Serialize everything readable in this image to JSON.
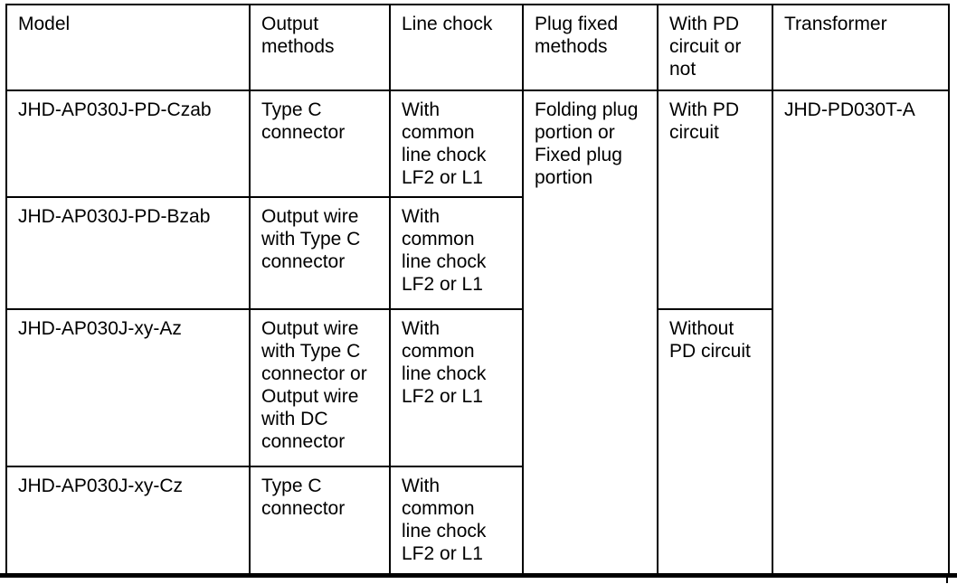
{
  "page": {
    "background_color": "#ffffff",
    "text_color": "#000000",
    "border_color": "#000000"
  },
  "table": {
    "headers": [
      "Model",
      "Output\nmethods",
      "Line chock",
      "Plug fixed\nmethods",
      "With PD\ncircuit or\nnot",
      "Transformer"
    ],
    "rows": [
      {
        "model": "JHD-AP030J-PD-Czab",
        "output_methods": "Type C\nconnector",
        "line_chock": "With\ncommon\nline chock\nLF2 or L1"
      },
      {
        "model": "JHD-AP030J-PD-Bzab",
        "output_methods": "Output wire\nwith Type C\nconnector",
        "line_chock": "With\ncommon\nline chock\nLF2 or L1"
      },
      {
        "model": "JHD-AP030J-xy-Az",
        "output_methods": "Output wire\nwith Type C\nconnector or\nOutput wire\nwith DC\nconnector",
        "line_chock": "With\ncommon\nline chock\nLF2 or L1"
      },
      {
        "model": "JHD-AP030J-xy-Cz",
        "output_methods": "Type C\nconnector",
        "line_chock": "With\ncommon\nline chock\nLF2 or L1"
      }
    ],
    "merged_cells": {
      "plug_fixed_methods": {
        "text": "Folding plug\nportion or\nFixed plug\nportion",
        "rowspan": 4
      },
      "with_pd_circuit": {
        "text": "With PD\ncircuit",
        "rowspan": 2
      },
      "without_pd_circuit": {
        "text": "Without\nPD circuit",
        "rowspan": 2
      },
      "transformer": {
        "text": "JHD-PD030T-A",
        "rowspan": 4
      }
    }
  }
}
